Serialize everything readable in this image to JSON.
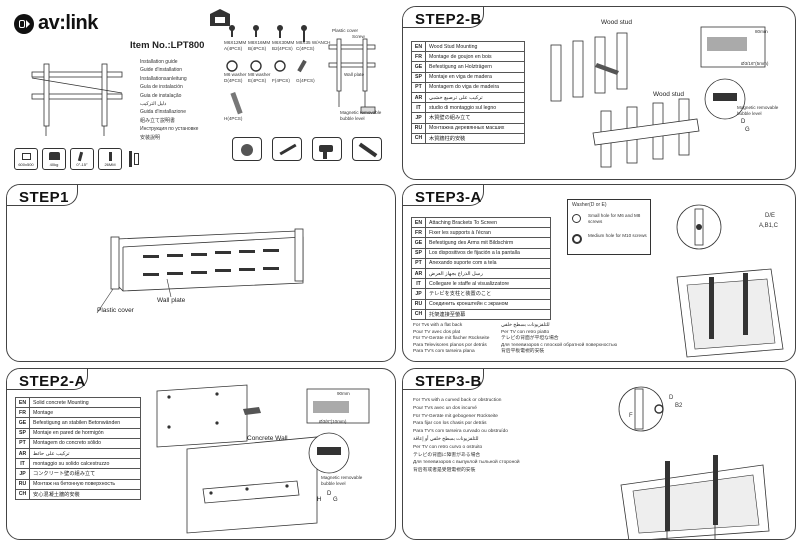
{
  "brand": {
    "name": "av:link"
  },
  "cover": {
    "item_no": "Item No.:LPT800",
    "guides": [
      "Installation guide",
      "Guide d'installation",
      "Installationsanleitung",
      "Guía de instalación",
      "Guia de instalação",
      "دليل التركيب",
      "Guida d'installazione",
      "組み立て説明書",
      "Инструкция по установке",
      "安装說明"
    ],
    "specs": [
      "600x500",
      "40kg",
      "0°-15°",
      "26MM"
    ],
    "hardware": [
      {
        "name": "M6X12MM",
        "qty": "A(4PCS)"
      },
      {
        "name": "M8X16MM",
        "qty": "B(4PCS)"
      },
      {
        "name": "M6X30MM",
        "qty": "B2(4PCS)"
      },
      {
        "name": "M8X35 W/ANCH",
        "qty": "C(4PCS)"
      },
      {
        "name": "M6 washer",
        "qty": "D(4PCS)"
      },
      {
        "name": "M8 washer",
        "qty": "E(4PCS)"
      },
      {
        "name": "",
        "qty": "F(4PCS)"
      },
      {
        "name": "",
        "qty": "G(4PCS)"
      },
      {
        "name": "",
        "qty": "H(4PCS)"
      }
    ],
    "labels": {
      "plastic_cover": "Plastic cover",
      "screw": "Screw",
      "wall_plate": "Wall plate",
      "bubble_level": "Magnetic removable bubble level"
    }
  },
  "step1": {
    "title": "STEP1",
    "wall_plate": "Wall plate",
    "plastic_cover": "Plastic cover"
  },
  "step2a": {
    "title": "STEP2-A",
    "rows": [
      {
        "code": "EN",
        "text": "Solid concrete Mounting"
      },
      {
        "code": "FR",
        "text": "Montage"
      },
      {
        "code": "GE",
        "text": "Befestigung an stabilen Betonwänden"
      },
      {
        "code": "SP",
        "text": "Montaje en pared de hormigón"
      },
      {
        "code": "PT",
        "text": "Montagem do concreto sólido"
      },
      {
        "code": "AR",
        "text": "تركيب على حائط"
      },
      {
        "code": "IT",
        "text": "montaggio su solido calcestruzzo"
      },
      {
        "code": "JP",
        "text": "コンクリート壁の組み立て"
      },
      {
        "code": "RU",
        "text": "Монтаж на бетонную поверхность"
      },
      {
        "code": "CH",
        "text": "安心混凝土牆的安裝"
      }
    ],
    "concrete_wall": "Concrete Wall",
    "dim_top": "90mm",
    "dim_drill": "Ø3/8\"(10mm)",
    "bubble_level": "Magnetic removable bubble level"
  },
  "step2b": {
    "title": "STEP2-B",
    "rows": [
      {
        "code": "EN",
        "text": "Wood Stud Mounting"
      },
      {
        "code": "FR",
        "text": "Montage de goujon en bois"
      },
      {
        "code": "GE",
        "text": "Befestigung an Holzträgern"
      },
      {
        "code": "SP",
        "text": "Montaje en viga de madera"
      },
      {
        "code": "PT",
        "text": "Montagem do viga de madeira"
      },
      {
        "code": "AR",
        "text": "تركيب على ترصيع خشبي"
      },
      {
        "code": "IT",
        "text": "studio di montaggio sul legno"
      },
      {
        "code": "JP",
        "text": "木質壁の組み立て"
      },
      {
        "code": "RU",
        "text": "Монтажна деревянных масших"
      },
      {
        "code": "CH",
        "text": "木質牆柱的安裝"
      }
    ],
    "wood_stud_top": "Wood stud",
    "wood_stud_bottom": "Wood stud",
    "dim_top": "80mm",
    "dim_drill": "Ø3/16\"(5mm)",
    "bubble_level": "Magnetic removable bubble level"
  },
  "step3a": {
    "title": "STEP3-A",
    "rows": [
      {
        "code": "EN",
        "text": "Attaching Brackets To Screen"
      },
      {
        "code": "FR",
        "text": "Fixer les supports à l'écran"
      },
      {
        "code": "GE",
        "text": "Befestigung des Arms mit Bildschirm"
      },
      {
        "code": "SP",
        "text": "Los dispositivos de fijación a la pantalla"
      },
      {
        "code": "PT",
        "text": "Anexando suporte com a tela"
      },
      {
        "code": "AR",
        "text": "رسل الذراع بجهاز العرض"
      },
      {
        "code": "IT",
        "text": "Collegare le staffe al visualizzatore"
      },
      {
        "code": "JP",
        "text": "テレビを支柱と装置のこと"
      },
      {
        "code": "RU",
        "text": "Соединить кронштейн с экраном"
      },
      {
        "code": "CH",
        "text": "托架連接至螢幕"
      }
    ],
    "washer_title": "Washer(D or E)",
    "washer_d": "Small hole for M6 and M8 screws",
    "washer_e": "Medium hole for M10 screws",
    "labels": [
      "D/E",
      "A,B1,C"
    ],
    "notes_left": [
      "For Tvs with a flat back",
      "Pour TV avec dos plat",
      "Für TV-Geräte mit flacher Rückseite",
      "Para Televisores planos por detrás",
      "Para TV's com tarseira plana"
    ],
    "notes_right": [
      "للتلفزيونات بسطح خلفي",
      "Per TV con retro piatto",
      "テレビの背面が平坦な場合",
      "Для телевизоров с плоской обратной поверхностью",
      "背后平板電視的安裝"
    ]
  },
  "step3b": {
    "title": "STEP3-B",
    "notes": [
      "For TVs with a curved back or obstruction",
      "Pour TVs avec un dos incurvé",
      "Für TV-Geräte mit gebogener Rückseite",
      "Para fijar con los chasis por detrás",
      "Para TV's com tarseira curvado ou obstruído",
      "للتلفزيونات بسطح خلفي أو إعاقة",
      "Per TV con retro curvo o ostruito",
      "テレビの背面に障害がある場合",
      "Для телевизоров с выпуклой тыльной стороной",
      "背后有或者是受阻電視的安裝"
    ],
    "labels": [
      "D",
      "B2",
      "F"
    ]
  }
}
